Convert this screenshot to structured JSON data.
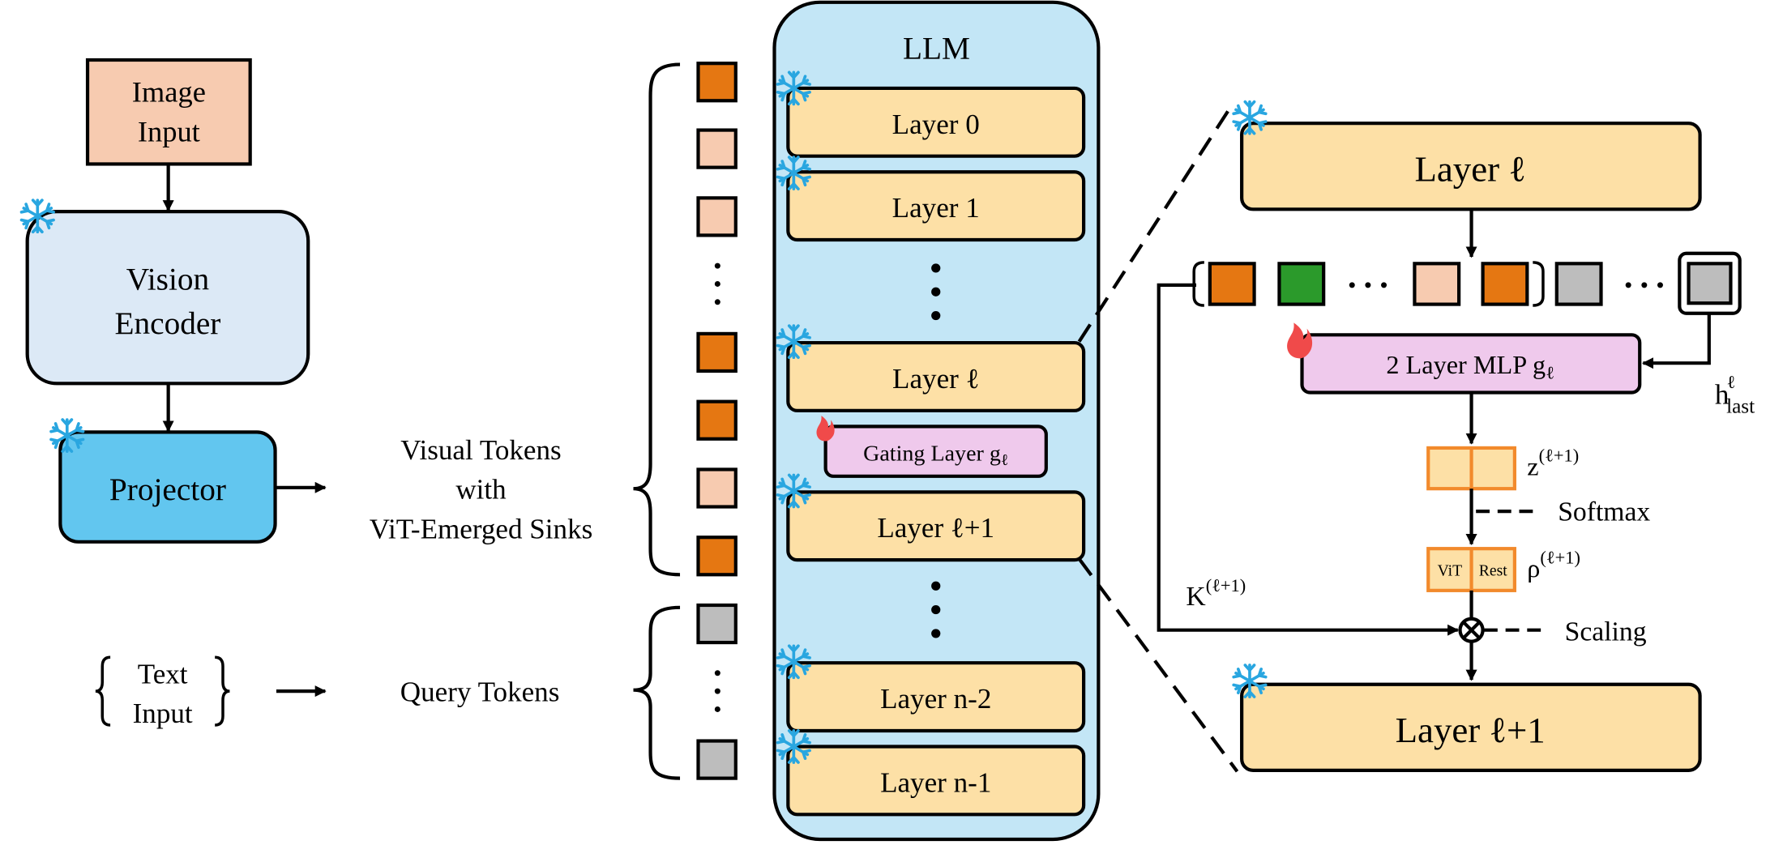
{
  "left": {
    "image_input": [
      "Image",
      "Input"
    ],
    "vision_encoder": [
      "Vision",
      "Encoder"
    ],
    "projector": "Projector",
    "visual_tokens": [
      "Visual Tokens",
      "with",
      "ViT-Emerged Sinks"
    ],
    "text_input": [
      "Text",
      "Input"
    ],
    "query_tokens": "Query Tokens"
  },
  "llm": {
    "title": "LLM",
    "layers": [
      "Layer  0",
      "Layer  1",
      "Layer  ℓ",
      "Layer  ℓ+1",
      "Layer  n-2",
      "Layer  n-1"
    ],
    "gating": {
      "text": "Gating  Layer  g",
      "sub": "ℓ"
    }
  },
  "detail": {
    "layer_top": "Layer  ℓ",
    "layer_bottom": "Layer  ℓ+1",
    "mlp": {
      "text": "2 Layer MLP g",
      "sub": "ℓ"
    },
    "h_last": {
      "base": "h",
      "sup": "ℓ",
      "sub": "last"
    },
    "z": {
      "base": "z",
      "sup": "(ℓ+1)"
    },
    "softmax": "Softmax",
    "rho": {
      "base": "ρ",
      "sup": "(ℓ+1)"
    },
    "rho_cells": [
      "ViT",
      "Rest"
    ],
    "k": {
      "base": "K",
      "sup": "(ℓ+1)"
    },
    "scaling": "Scaling"
  },
  "colors": {
    "image_input": "#f7cbb0",
    "vision_encoder": "#dce9f6",
    "projector": "#62c6ef",
    "llm_bg": "#c3e6f6",
    "layer": "#fde0a6",
    "gating": "#efc9ec",
    "visual_sink_token": "#e57712",
    "visual_token": "#f7cbb0",
    "text_token": "#bdbdbd",
    "green_token": "#2b9a2b",
    "softmax_border": "#f28a2c",
    "frozen_icon": "#29a6e0",
    "trainable_icon": "#f04a4a"
  },
  "icons": [
    "snowflake-icon",
    "flame-icon"
  ]
}
